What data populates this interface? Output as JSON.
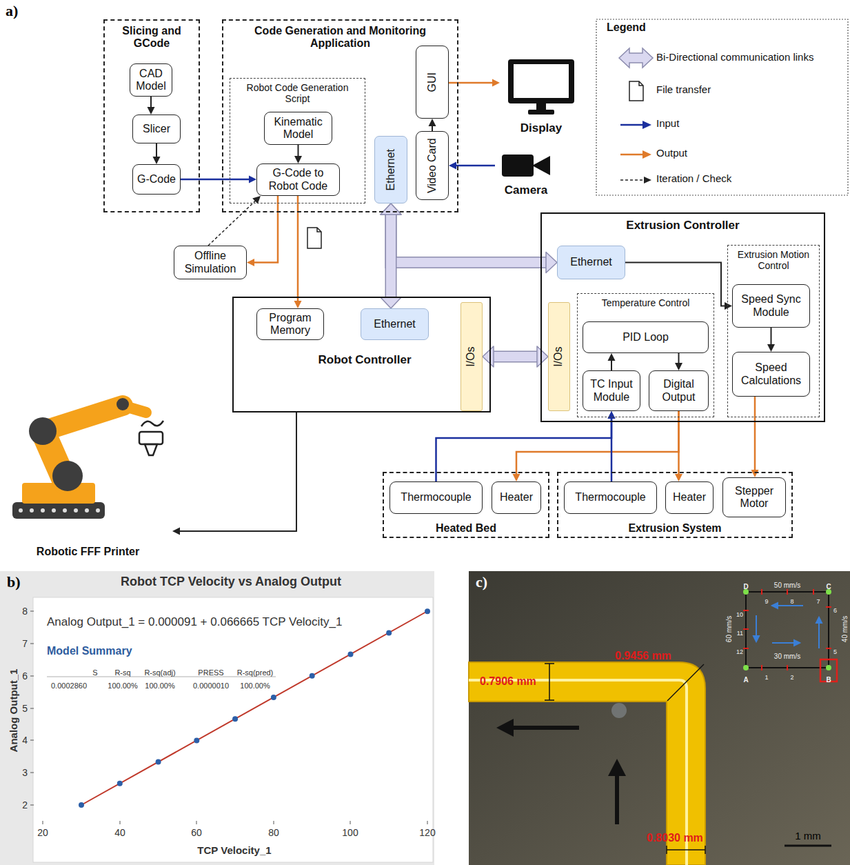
{
  "diagram": {
    "nodes": [
      {
        "text": [
          "Slicing and GCode"
        ]
      },
      {
        "text": [
          "CAD Model"
        ],
        "in": 0
      },
      {
        "text": [
          "Slicer"
        ],
        "in": 0
      },
      {
        "text": [
          "G-Code"
        ],
        "in": 0
      },
      {
        "text": [
          "Code Generation and Monitoring Application"
        ]
      },
      {
        "text": [
          "Robot Code Generation Script"
        ],
        "in": 4
      },
      {
        "text": [
          "Kinematic Model"
        ],
        "in": 5
      },
      {
        "text": [
          "G-Code to Robot Code"
        ],
        "in": 5
      },
      {
        "text": [
          "Ethernet"
        ],
        "in": 4
      },
      {
        "text": [
          "GUI"
        ],
        "in": 4
      },
      {
        "text": [
          "Video Card"
        ],
        "in": 4
      },
      {
        "text": [
          "Display"
        ]
      },
      {
        "text": [
          "Camera"
        ]
      },
      {
        "text": [
          "Offline Simulation"
        ]
      },
      {
        "text": [
          "Robot Controller"
        ]
      },
      {
        "text": [
          "Program Memory"
        ],
        "in": 14
      },
      {
        "text": [
          "Ethernet"
        ],
        "in": 14
      },
      {
        "text": [
          "I/Os"
        ],
        "in": 14
      },
      {
        "text": [
          "Extrusion Controller"
        ]
      },
      {
        "text": [
          "Ethernet"
        ],
        "in": 18
      },
      {
        "text": [
          "I/Os"
        ],
        "in": 18
      },
      {
        "text": [
          "Temperature Control"
        ],
        "in": 18
      },
      {
        "text": [
          "PID Loop"
        ],
        "in": 21
      },
      {
        "text": [
          "TC Input Module"
        ],
        "in": 21
      },
      {
        "text": [
          "Digital Output"
        ],
        "in": 21
      },
      {
        "text": [
          "Extrusion Motion Control"
        ],
        "in": 18
      },
      {
        "text": [
          "Speed Sync Module"
        ],
        "in": 25
      },
      {
        "text": [
          "Speed Calculations"
        ],
        "in": 25
      },
      {
        "text": [
          "Heated Bed"
        ]
      },
      {
        "text": [
          "Thermocouple"
        ],
        "in": 28
      },
      {
        "text": [
          "Heater"
        ],
        "in": 28
      },
      {
        "text": [
          "Extrusion System"
        ]
      },
      {
        "text": [
          "Thermocouple"
        ],
        "in": 31
      },
      {
        "text": [
          "Heater"
        ],
        "in": 31
      },
      {
        "text": [
          "Stepper Motor"
        ],
        "in": 31
      },
      {
        "text": [
          "Robotic FFF Printer"
        ]
      }
    ],
    "edges": [
      {
        "from": 1,
        "to": 2,
        "arrow": "to"
      },
      {
        "from": 2,
        "to": 3,
        "arrow": "to"
      },
      {
        "from": 3,
        "to": 7,
        "arrow": "to"
      },
      {
        "from": 6,
        "to": 7,
        "arrow": "to"
      },
      {
        "from": 7,
        "to": 13,
        "arrow": "to"
      },
      {
        "from": 13,
        "to": 7,
        "arrow": "to"
      },
      {
        "from": 7,
        "to": 15,
        "arrow": "to"
      },
      {
        "from": 9,
        "to": 11,
        "arrow": "to"
      },
      {
        "from": 10,
        "to": 9,
        "arrow": "to"
      },
      {
        "from": 12,
        "to": 10,
        "arrow": "to"
      },
      {
        "from": 8,
        "to": 16,
        "arrow": "both"
      },
      {
        "from": 8,
        "to": 19,
        "arrow": "both"
      },
      {
        "from": 17,
        "to": 20,
        "arrow": "both"
      },
      {
        "from": 19,
        "to": 26,
        "arrow": "to"
      },
      {
        "from": 26,
        "to": 27,
        "arrow": "to"
      },
      {
        "from": 22,
        "to": 24,
        "arrow": "to"
      },
      {
        "from": 23,
        "to": 22,
        "arrow": "to"
      },
      {
        "from": 24,
        "to": 33,
        "arrow": "to"
      },
      {
        "from": 24,
        "to": 30,
        "arrow": "to"
      },
      {
        "from": 27,
        "to": 34,
        "arrow": "to"
      },
      {
        "from": 29,
        "to": 23,
        "arrow": "to"
      },
      {
        "from": 32,
        "to": 23,
        "arrow": "to"
      },
      {
        "from": 14,
        "to": 35,
        "arrow": "to"
      }
    ],
    "labels": [
      "a)",
      "Legend",
      "b)",
      "Robot TCP Velocity vs Analog Output",
      "Analog Output_1 = 0.000091 + 0.066665 TCP Velocity_1",
      "Model Summary",
      "S",
      "R-sq",
      "R-sq(adj)",
      "PRESS",
      "R-sq(pred)",
      "0.0002860",
      "100.00%",
      "100.00%",
      "0.0000010",
      "100.00%",
      "8",
      "7",
      "6",
      "5",
      "4",
      "3",
      "2",
      "20",
      "40",
      "60",
      "80",
      "100",
      "120",
      "TCP Velocity_1",
      "Analog Output_1",
      "c)",
      "0.7906 mm",
      "0.9456 mm",
      "0.8030 mm",
      "1 mm",
      "50 mm/s",
      "60 mm/s",
      "30 mm/s",
      "40 mm/s",
      "D",
      "C",
      "A",
      "B",
      "9",
      "8",
      "7",
      "6",
      "5",
      "10",
      "11",
      "12",
      "1",
      "2"
    ],
    "legend": [
      {
        "text": "Bi-Directional communication links"
      },
      {
        "text": "File transfer"
      },
      {
        "text": "Input"
      },
      {
        "text": "Output"
      },
      {
        "text": "Iteration / Check"
      }
    ]
  }
}
